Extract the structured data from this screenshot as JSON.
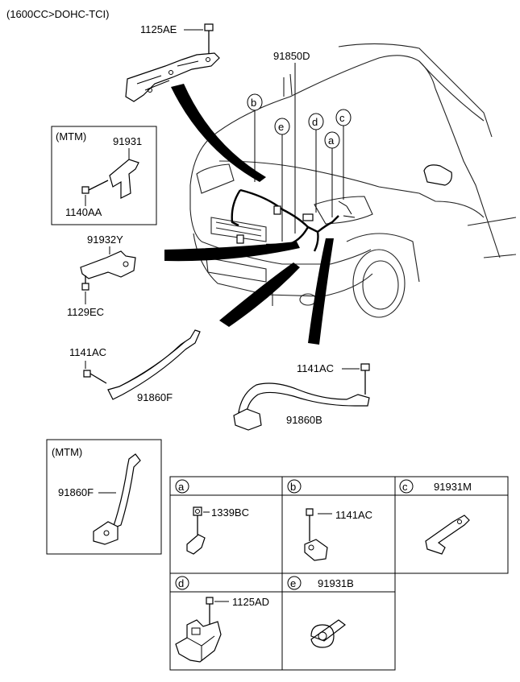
{
  "header": {
    "engine_note": "(1600CC>DOHC-TCI)"
  },
  "parts": {
    "p1125AE": "1125AE",
    "p91850D": "91850D",
    "p91931": "91931",
    "p1140AA": "1140AA",
    "p91932Y": "91932Y",
    "p1129EC": "1129EC",
    "p1141AC_left": "1141AC",
    "p91860F_main": "91860F",
    "p1141AC_right": "1141AC",
    "p91860B": "91860B",
    "p91860F_mtm": "91860F"
  },
  "mtm_boxes": {
    "mtm_top": "(MTM)",
    "mtm_bottom": "(MTM)"
  },
  "callouts": [
    "b",
    "e",
    "d",
    "c",
    "a"
  ],
  "detail_table": {
    "cells": [
      {
        "letter": "a",
        "part_label": "",
        "sub_part": "1339BC"
      },
      {
        "letter": "b",
        "part_label": "",
        "sub_part": "1141AC"
      },
      {
        "letter": "c",
        "part_label": "91931M",
        "sub_part": ""
      },
      {
        "letter": "d",
        "part_label": "",
        "sub_part": "1125AD"
      },
      {
        "letter": "e",
        "part_label": "91931B",
        "sub_part": ""
      }
    ]
  }
}
